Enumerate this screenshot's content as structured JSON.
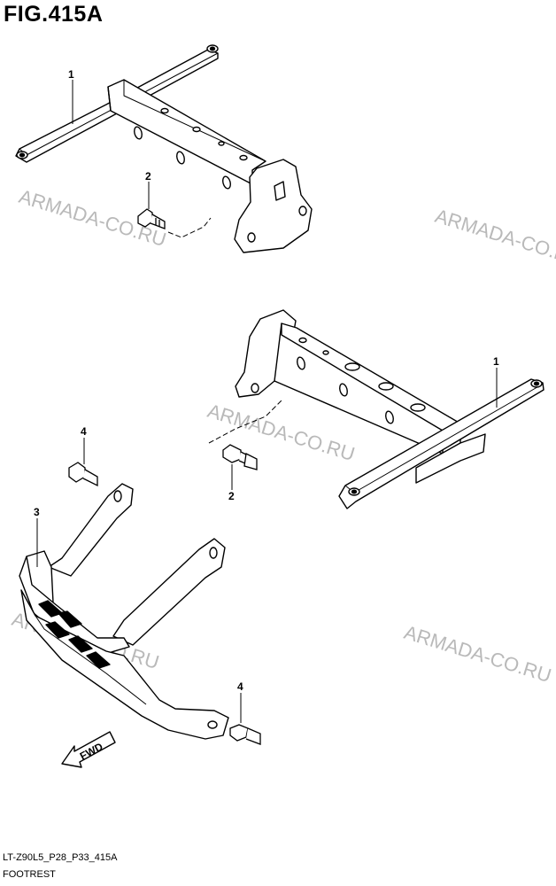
{
  "figure": {
    "title": "FIG.415A"
  },
  "callouts": {
    "c1a": "1",
    "c2a": "2",
    "c1b": "1",
    "c2b": "2",
    "c3": "3",
    "c4a": "4",
    "c4b": "4"
  },
  "watermarks": [
    "ARMADA-CO.RU",
    "ARMADA-CO.RU",
    "ARMADA-CO.RU",
    "ARMADA-CO.RU",
    "ARMADA-CO.RU"
  ],
  "direction_label": "FWD",
  "footer": {
    "code": "LT-Z90L5_P28_P33_415A",
    "name": "FOOTREST"
  }
}
